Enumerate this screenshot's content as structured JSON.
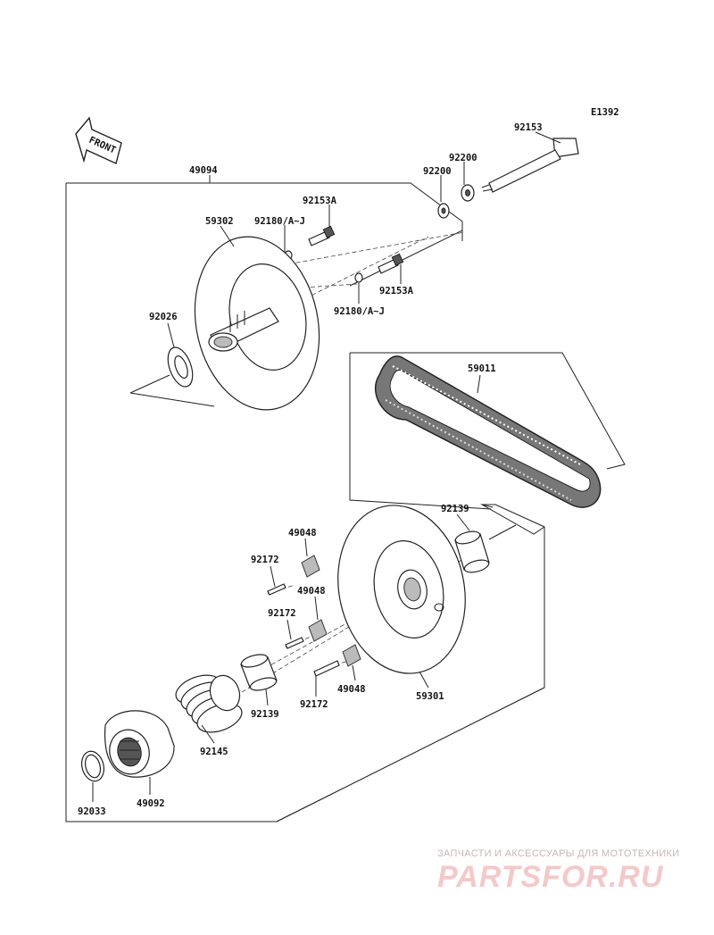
{
  "diagram_code": "E1392",
  "front_label": "FRONT",
  "labels": {
    "p92153": "92153",
    "p92200a": "92200",
    "p92200b": "92200",
    "p49094": "49094",
    "p92153A_1": "92153A",
    "p59302": "59302",
    "p92180_1": "92180/A~J",
    "p92153A_2": "92153A",
    "p92180_2": "92180/A~J",
    "p92026": "92026",
    "p59011": "59011",
    "p92139a": "92139",
    "p49048a": "49048",
    "p92172a": "92172",
    "p49048b": "49048",
    "p92172b": "92172",
    "p49048c": "49048",
    "p92139b": "92139",
    "p92172c": "92172",
    "p59301": "59301",
    "p92145": "92145",
    "p92033": "92033",
    "p49092": "49092"
  },
  "watermark": {
    "caption": "ЗАПЧАСТИ И АКСЕССУАРЫ ДЛЯ МОТОТЕХНИКИ",
    "logo": "PARTSFOR.RU",
    "color": "#e8a0a0"
  }
}
